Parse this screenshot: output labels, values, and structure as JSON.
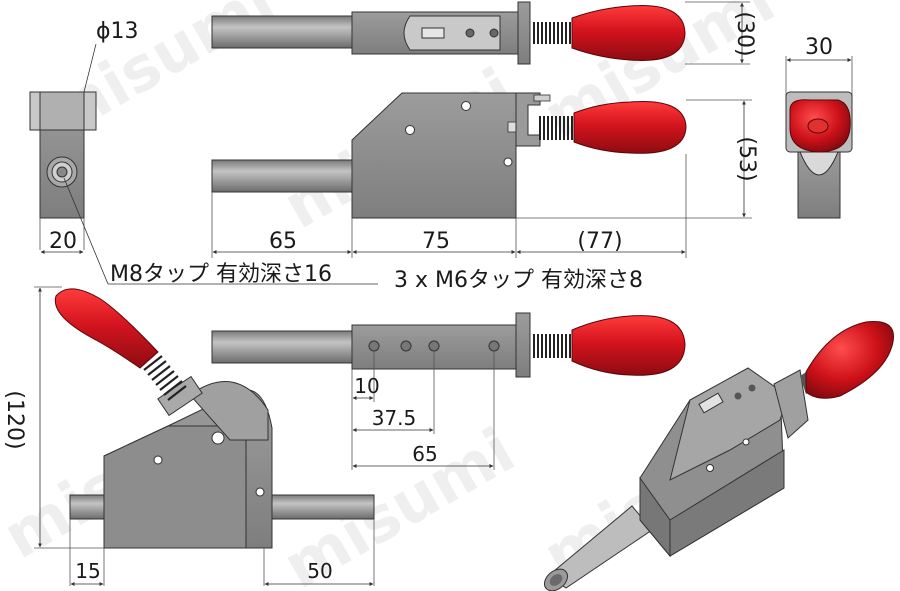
{
  "watermark": "misumi",
  "colors": {
    "body": "#8a8a8a",
    "body_dark": "#6e6e6e",
    "body_light": "#b4b4b4",
    "handle": "#d4141e",
    "handle_dark": "#8e0b12",
    "spring": "#3a3a3a",
    "line": "#333333"
  },
  "labels": {
    "dia13": "ϕ13",
    "dim30_top": "(30)",
    "dim30_side": "30",
    "dim53": "(53)",
    "dim65_a": "65",
    "dim75": "75",
    "dim77": "(77)",
    "dim20": "20",
    "m8_note": "M8タップ  有効深さ16",
    "m6_note": "3 x M6タップ  有効深さ8",
    "dim120": "(120)",
    "dim10": "10",
    "dim37_5": "37.5",
    "dim65_b": "65",
    "dim15": "15",
    "dim50": "50"
  }
}
